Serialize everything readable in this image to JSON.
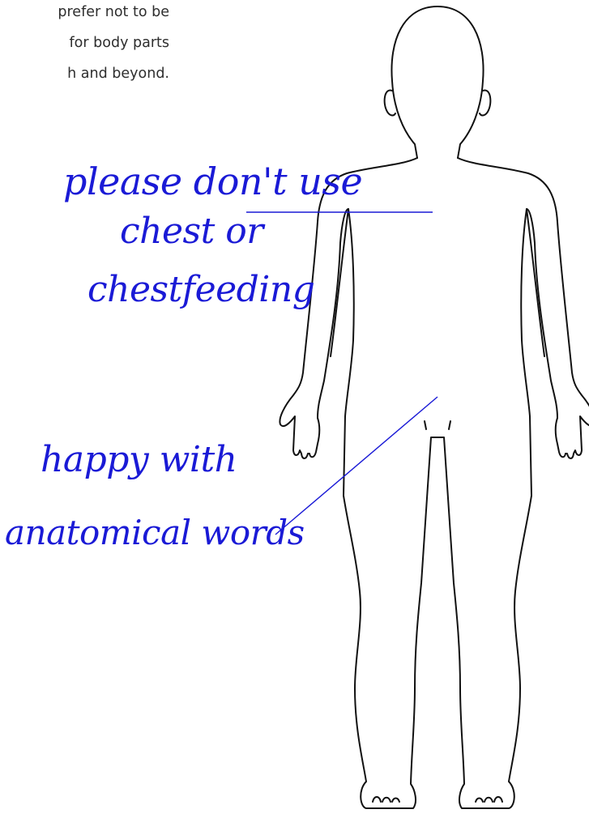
{
  "intro_text": {
    "lines": [
      "prefer not to be",
      "for body parts",
      "h and beyond."
    ]
  },
  "annotations": {
    "chest_note": [
      "please don't use",
      "chest or",
      "chestfeeding"
    ],
    "genital_note": [
      "happy with",
      "anatomical words"
    ]
  },
  "colors": {
    "annotation_ink": "#1a1ad6",
    "outline": "#111111",
    "text": "#2e2e2e"
  }
}
